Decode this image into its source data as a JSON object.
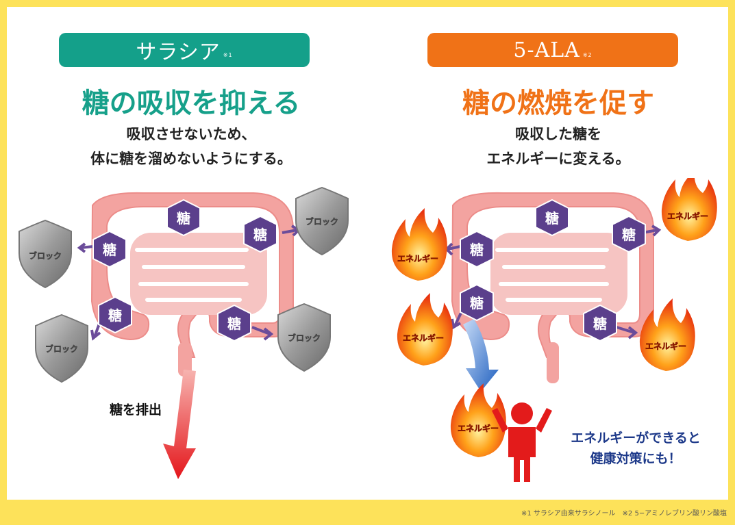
{
  "left": {
    "pill_title": "サラシア",
    "pill_mark": "※1",
    "headline": "糖の吸収を抑える",
    "desc_line1": "吸収させないため、",
    "desc_line2": "体に糖を溜めないようにする。",
    "sugar_label": "糖",
    "block_label": "ブロック",
    "excrete_label": "糖を排出"
  },
  "right": {
    "pill_title": "5-ALA",
    "pill_mark": "※2",
    "headline": "糖の燃焼を促す",
    "desc_line1": "吸収した糖を",
    "desc_line2": "エネルギーに変える。",
    "sugar_label": "糖",
    "energy_label": "エネルギー",
    "health_line1": "エネルギーができると",
    "health_line2": "健康対策にも！"
  },
  "footnote": "※1 サラシア由来サラシノール　※2 5−アミノレブリン酸リン酸塩",
  "colors": {
    "background": "#fde25a",
    "teal": "#14a08a",
    "orange": "#f07217",
    "intestine": "#f3a3a0",
    "hexagon": "#5b3f8c",
    "shield": "#8b8b8b",
    "fire": "#f5521a",
    "navy": "#1e3a8a",
    "person": "#e31b1b"
  }
}
